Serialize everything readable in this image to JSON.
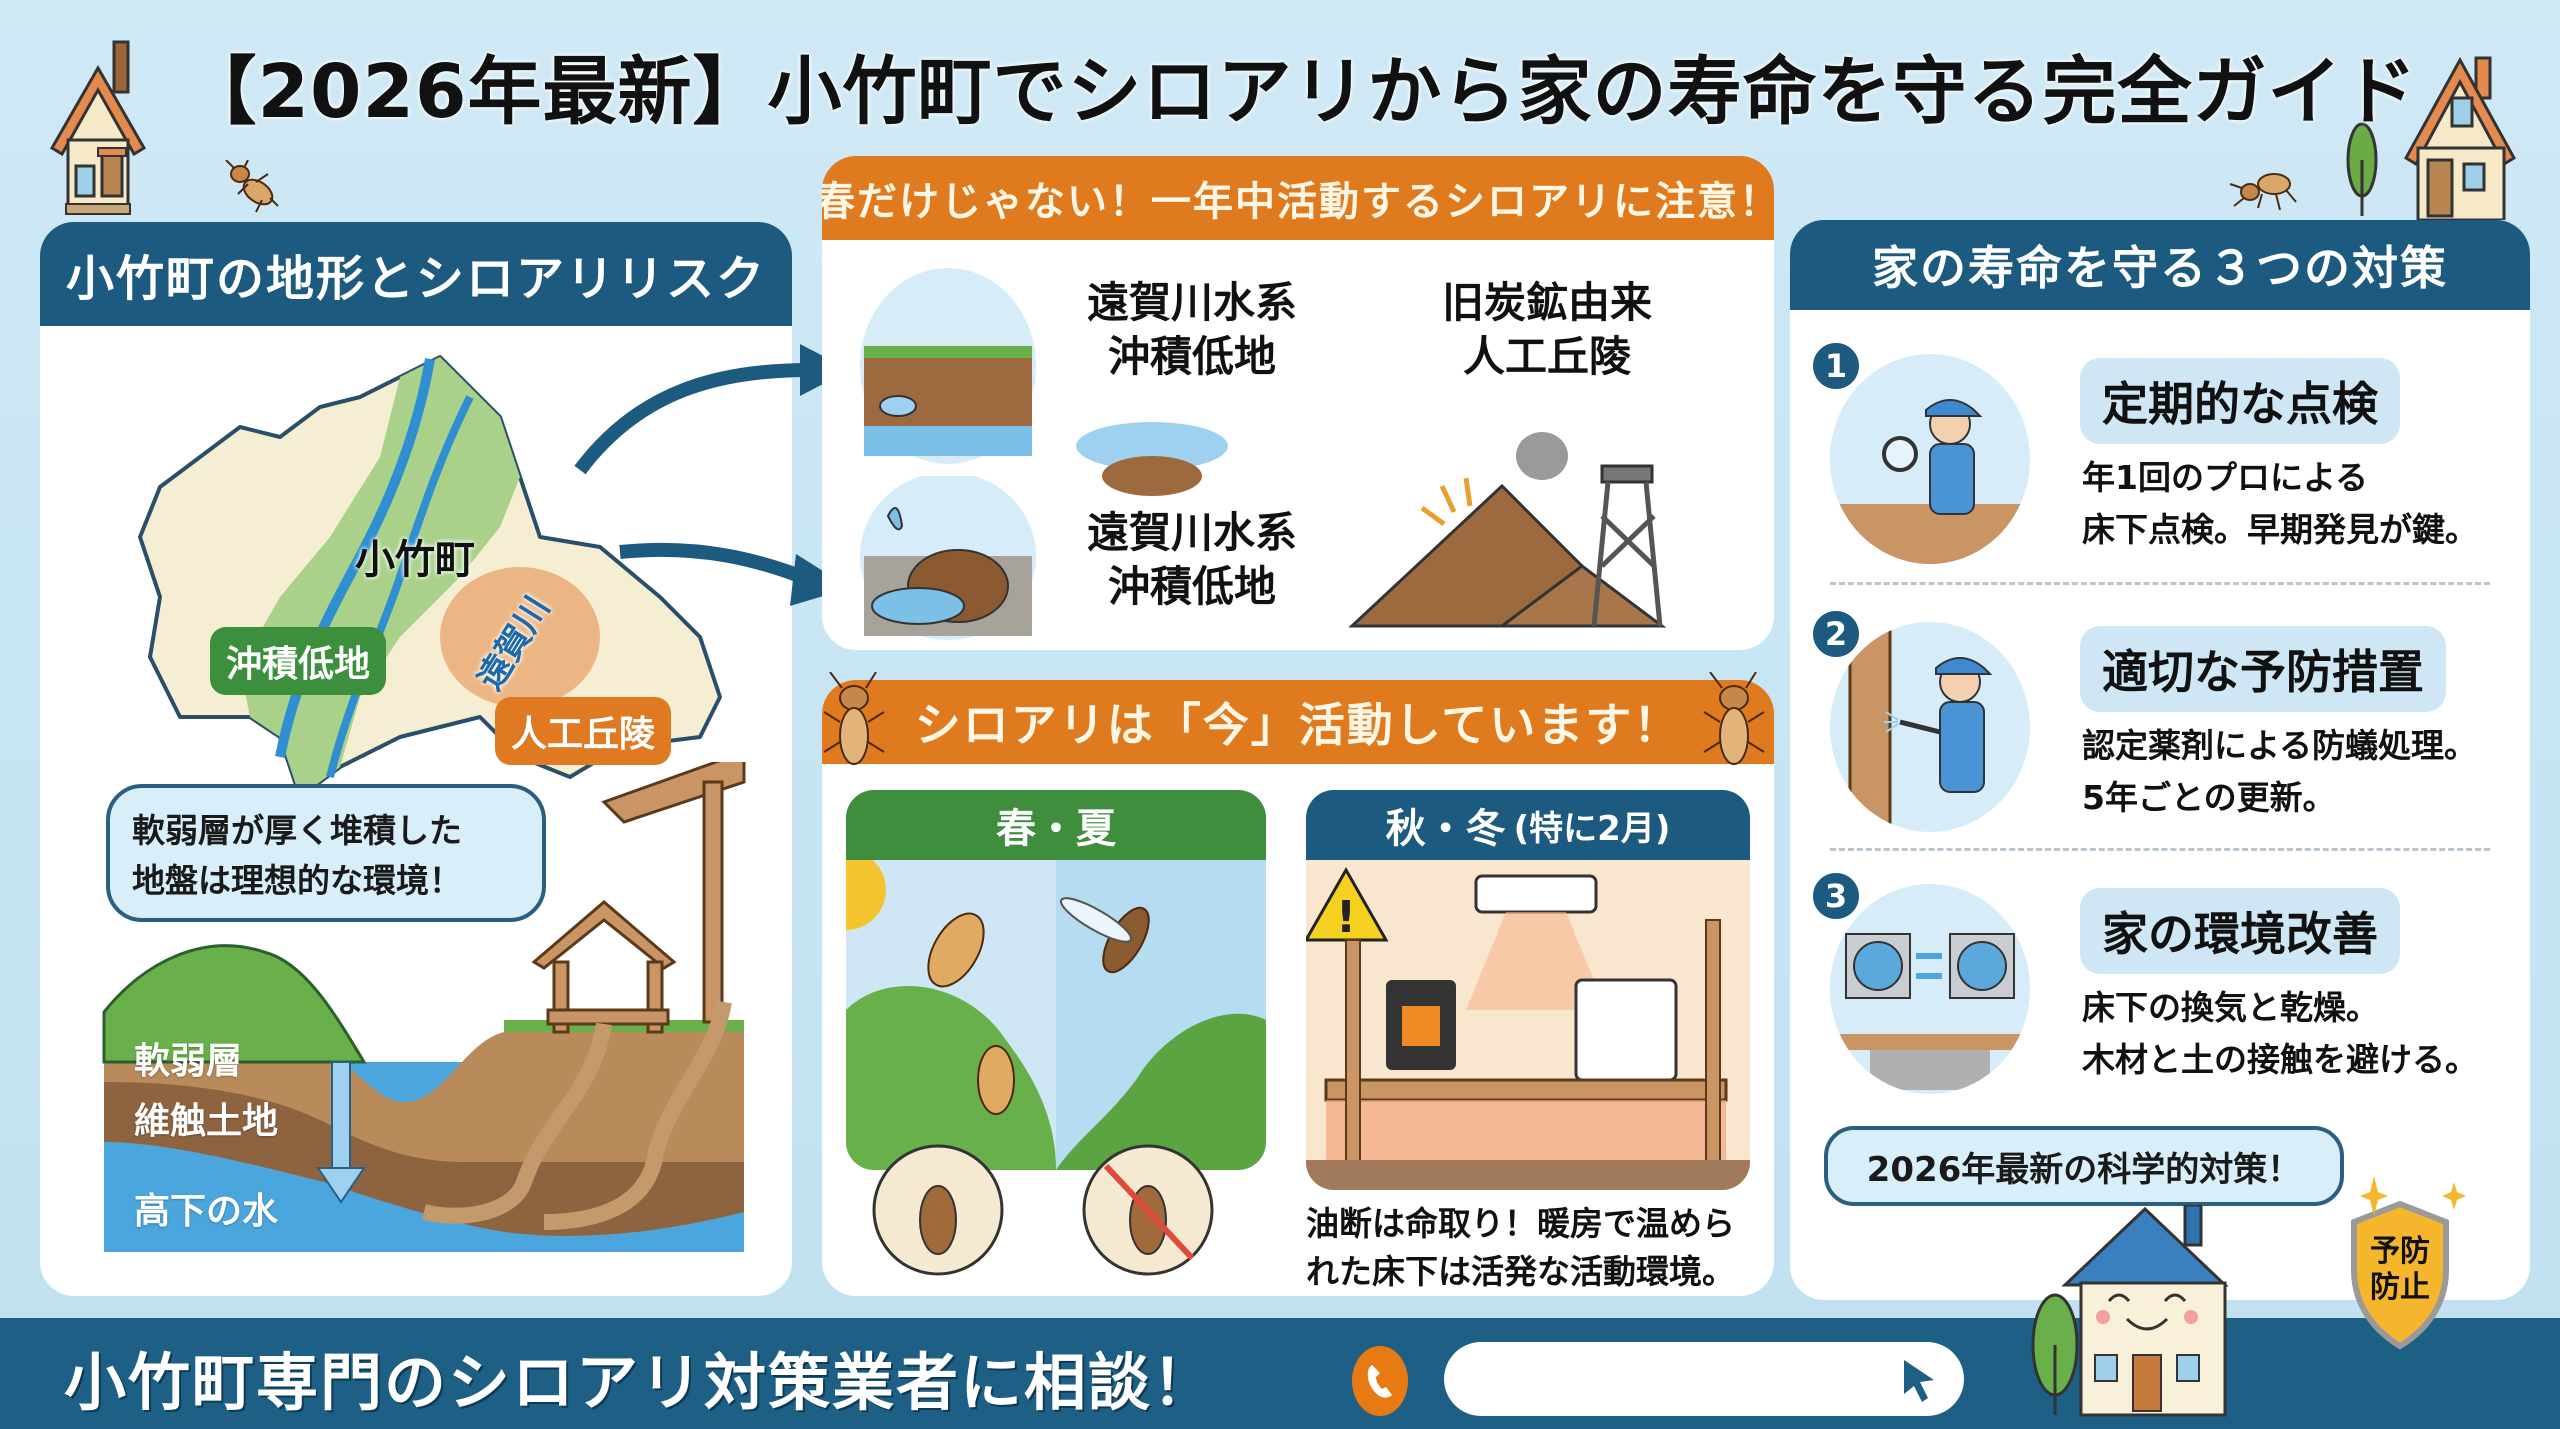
{
  "title": "【2026年最新】小竹町でシロアリから家の寿命を守る完全ガイド",
  "colors": {
    "navy": "#1d5a80",
    "orange": "#e07a1e",
    "green": "#3b8f3d",
    "background": "#cfe9f5"
  },
  "left_panel": {
    "heading": "小竹町の地形とシロアリリスク",
    "map": {
      "town_label": "小竹町",
      "alluvial_label": "沖積低地",
      "river_label": "遠賀川",
      "hill_label": "人工丘陵"
    },
    "ground": {
      "bubble_line1": "軟弱層が厚く堆積した",
      "bubble_line2": "地盤は理想的な環境！",
      "layers": [
        "軟弱層",
        "維触土地",
        "高下の水"
      ]
    }
  },
  "mid_top": {
    "heading": "春だけじゃない！一年中活動するシロアリに注意！",
    "items": [
      {
        "line1": "遠賀川水系",
        "line2": "沖積低地"
      },
      {
        "line1": "遠賀川水系",
        "line2": "沖積低地"
      },
      {
        "line1": "旧炭鉱由来",
        "line2": "人工丘陵"
      }
    ]
  },
  "mid_bottom": {
    "heading": "シロアリは「今」活動しています！",
    "spring_summer": {
      "label": "春・夏"
    },
    "autumn_winter": {
      "label": "秋・冬",
      "note": "(特に2月)"
    },
    "winter_warning_line1": "油断は命取り！暖房で温めら",
    "winter_warning_line2": "れた床下は活発な活動環境。"
  },
  "right_panel": {
    "heading": "家の寿命を守る３つの対策",
    "measures": [
      {
        "num": "1",
        "title": "定期的な点検",
        "line1": "年1回のプロによる",
        "line2": "床下点検。早期発見が鍵。"
      },
      {
        "num": "2",
        "title": "適切な予防措置",
        "line1": "認定薬剤による防蟻処理。",
        "line2": "5年ごとの更新。"
      },
      {
        "num": "3",
        "title": "家の環境改善",
        "line1": "床下の換気と乾燥。",
        "line2": "木材と土の接触を避ける。"
      }
    ],
    "science_bubble": "2026年最新の科学的対策！",
    "shield_line1": "予防",
    "shield_line2": "防止"
  },
  "footer": {
    "cta_text": "小竹町専門のシロアリ対策業者に相談！",
    "phone_icon": "phone-icon",
    "input_value": "",
    "cursor_icon": "pointer-cursor-icon"
  }
}
